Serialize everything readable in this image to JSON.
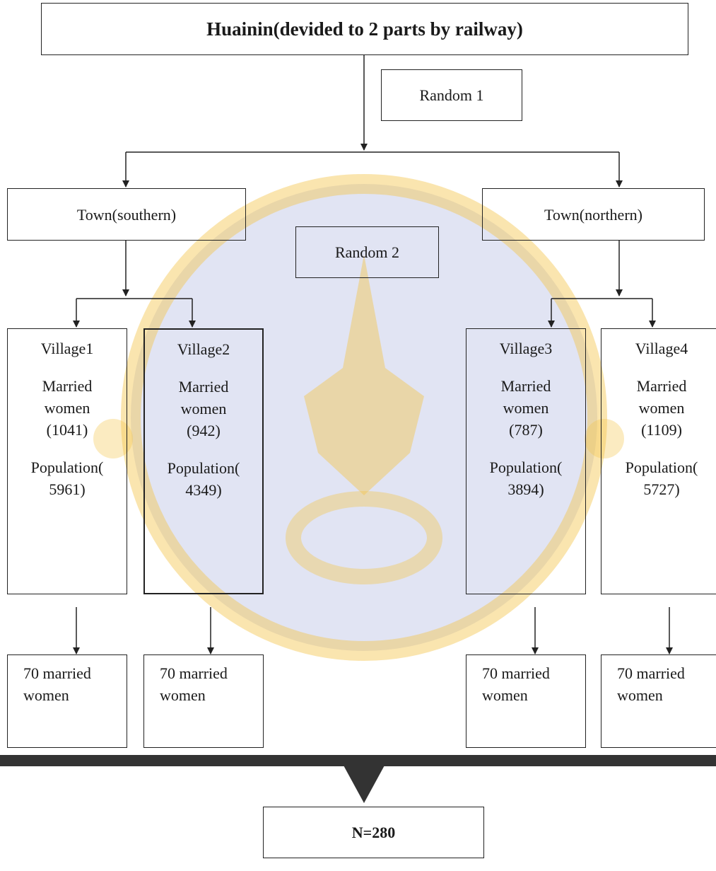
{
  "title": "Huainin(devided to 2 parts by railway)",
  "random_1": "Random 1",
  "random_2": "Random 2",
  "towns": {
    "southern": "Town(southern)",
    "northern": "Town(northern)"
  },
  "villages": [
    {
      "name": "Village1",
      "married_label_1": "Married",
      "married_label_2": "women",
      "married_count": "(1041)",
      "population_label": "Population(",
      "population_value": "5961)"
    },
    {
      "name": "Village2",
      "married_label_1": "Married",
      "married_label_2": "women",
      "married_count": "(942)",
      "population_label": "Population(",
      "population_value": "4349)"
    },
    {
      "name": "Village3",
      "married_label_1": "Married",
      "married_label_2": "women",
      "married_count": "(787)",
      "population_label": "Population(",
      "population_value": "3894)"
    },
    {
      "name": "Village4",
      "married_label_1": "Married",
      "married_label_2": "women",
      "married_count": "(1109)",
      "population_label": "Population(",
      "population_value": "5727)"
    }
  ],
  "outcomes": [
    {
      "line1": "70 married",
      "line2": "women"
    },
    {
      "line1": "70 married",
      "line2": "women"
    },
    {
      "line1": "70 married",
      "line2": "women"
    },
    {
      "line1": "70 married",
      "line2": "women"
    }
  ],
  "total": "N=280",
  "colors": {
    "line": "#222222",
    "thick_bar": "#333333",
    "watermark_gold": "#f3c64d",
    "watermark_blue": "#c9cdea"
  }
}
